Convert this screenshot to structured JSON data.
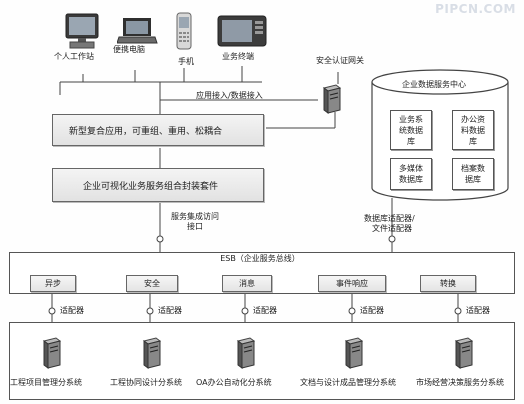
{
  "watermark": "PIPCN.COM",
  "devices": [
    {
      "label": "个人工作站",
      "icon": "desktop-icon"
    },
    {
      "label": "便携电脑",
      "icon": "laptop-icon"
    },
    {
      "label": "手机",
      "icon": "phone-icon"
    },
    {
      "label": "业务终端",
      "icon": "terminal-icon"
    }
  ],
  "gateway_label": "安全认证网关",
  "access_label": "应用接入/数据接入",
  "layer1": "新型复合应用，可重组、重用、松耦合",
  "layer2": "企业可视化业务服务组合封装套件",
  "service_interface": [
    "服务集成访问",
    "接口"
  ],
  "data_center": {
    "title": "企业数据服务中心",
    "dbs": [
      [
        "业务系",
        "统数据",
        "库"
      ],
      [
        "办公资",
        "料数据",
        "库"
      ],
      [
        "多媒体",
        "数据库"
      ],
      [
        "档案数",
        "据库"
      ]
    ]
  },
  "db_adapter": [
    "数据库适配器/",
    "文件适配器"
  ],
  "esb": {
    "title": "ESB（企业服务总线）",
    "services": [
      "异步",
      "安全",
      "消息",
      "事件响应",
      "转换"
    ]
  },
  "adapter_label": "适配器",
  "subsystems": [
    "工程项目管理分系统",
    "工程协同设计分系统",
    "OA办公自动化分系统",
    "文档与设计成品管理分系统",
    "市场经营决策服务分系统"
  ]
}
